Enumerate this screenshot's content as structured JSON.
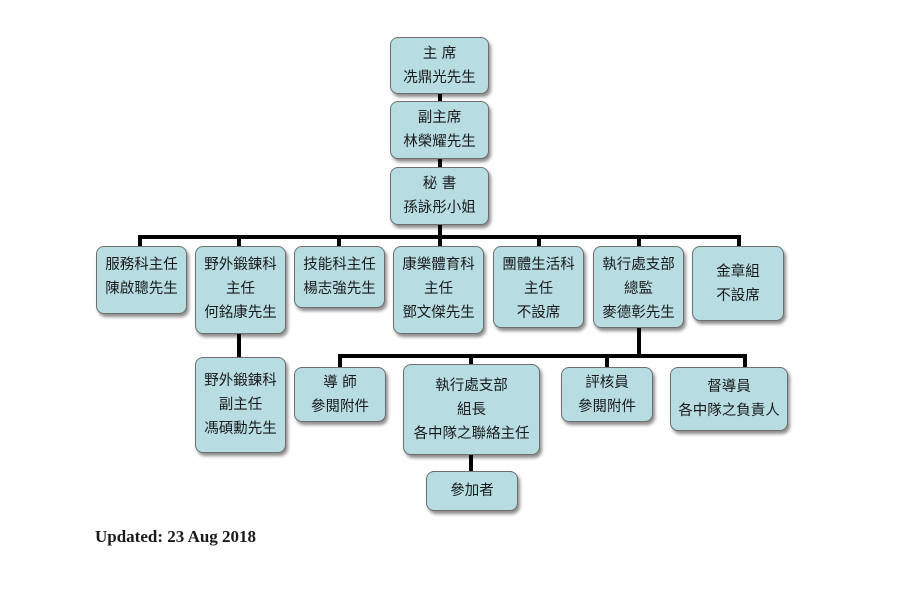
{
  "org_chart": {
    "chair": [
      "主 席",
      "冼鼎光先生"
    ],
    "vice_chair": [
      "副主席",
      "林榮耀先生"
    ],
    "secretary": [
      "秘 書",
      "孫詠彤小姐"
    ],
    "departments": [
      [
        "服務科主任",
        "陳啟聰先生"
      ],
      [
        "野外鍛鍊科",
        "主任",
        "何銘康先生"
      ],
      [
        "技能科主任",
        "楊志強先生"
      ],
      [
        "康樂體育科",
        "主任",
        "鄧文傑先生"
      ],
      [
        "團體生活科",
        "主任",
        "不設席"
      ],
      [
        "執行處支部",
        "總監",
        "麥德彰先生"
      ],
      [
        "金章組",
        "不設席"
      ]
    ],
    "outdoor_deputy": [
      "野外鍛鍊科",
      "副主任",
      "馮碩勳先生"
    ],
    "exec_subunits": [
      [
        "導 師",
        "參閱附件"
      ],
      [
        "執行處支部",
        "組長",
        "各中隊之聯絡主任"
      ],
      [
        "評核員",
        "參閱附件"
      ],
      [
        "督導員",
        "各中隊之負責人"
      ]
    ],
    "participants": [
      "參加者"
    ]
  },
  "footer": {
    "updated": "Updated: 23 Aug 2018"
  }
}
